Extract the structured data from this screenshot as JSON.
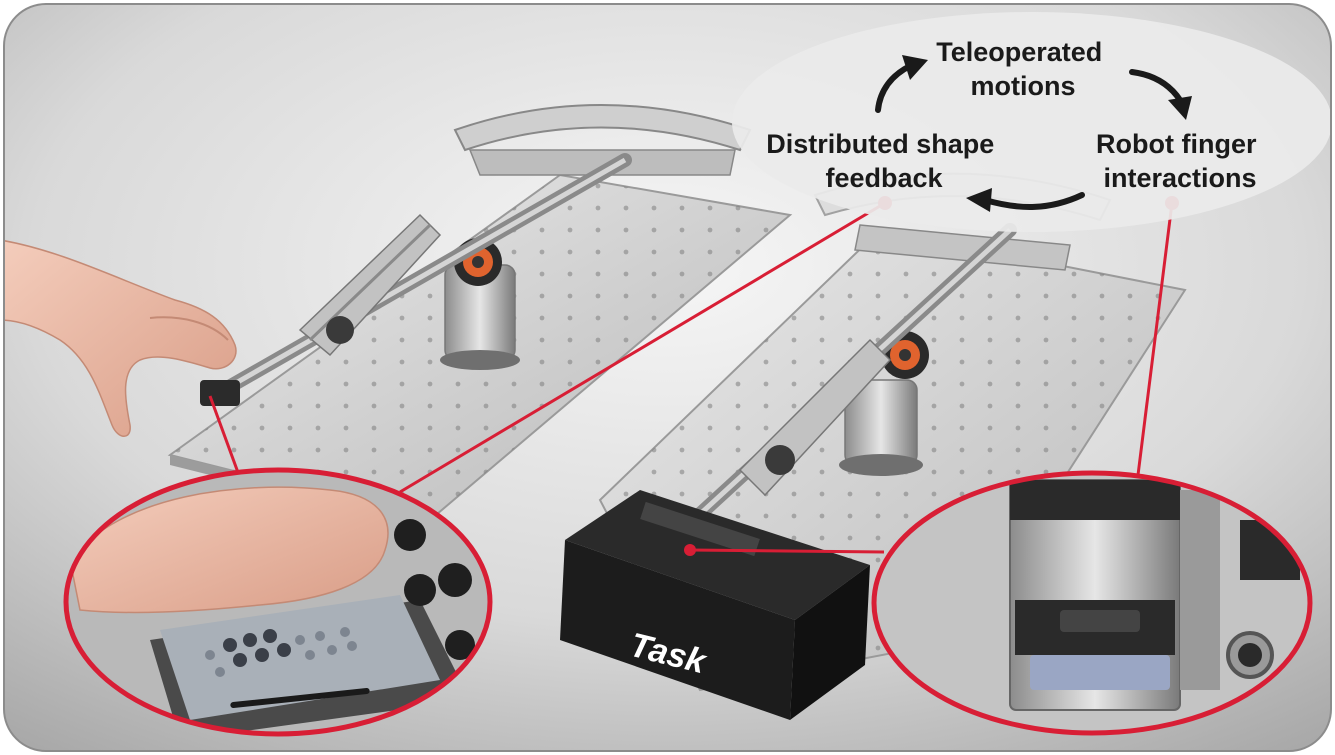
{
  "labels": {
    "teleoperated_line1": "Teleoperated",
    "teleoperated_line2": "motions",
    "robot_line1": "Robot finger",
    "robot_line2": "interactions",
    "shape_line1": "Distributed shape",
    "shape_line2": "feedback",
    "task": "Task"
  },
  "colors": {
    "accent_red": "#d81e35",
    "label_text": "#1a1a1a",
    "ellipse_fill": "#ebebeb",
    "task_box": "#1c1c1c"
  }
}
